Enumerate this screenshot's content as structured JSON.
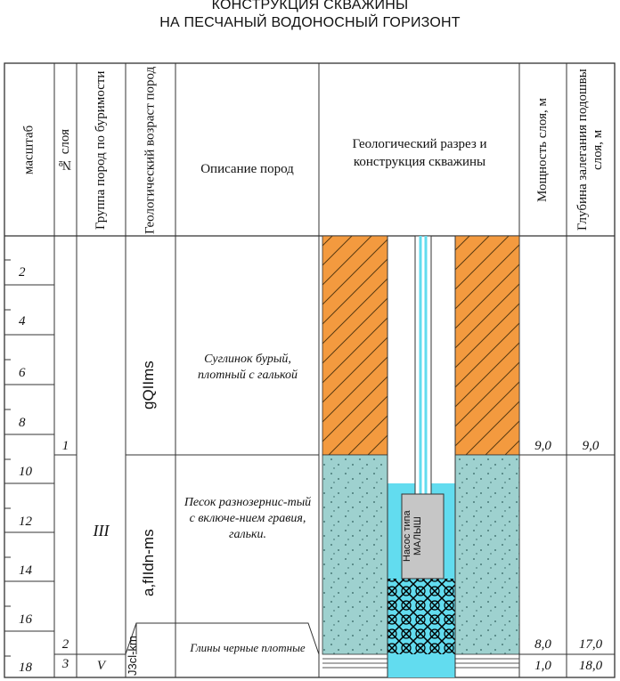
{
  "title": {
    "line1": "КОНСТРУКЦИЯ СКВАЖИНЫ",
    "line2": "НА ПЕСЧАНЫЙ ВОДОНОСНЫЙ ГОРИЗОНТ"
  },
  "headers": {
    "scale": "масштаб",
    "layer_no": "№ слоя",
    "rock_group": "Группа пород по буримости",
    "geo_age": "Геологический возраст пород",
    "description": "Описание пород",
    "section": "Геологический разрез и конструкция скважины",
    "thickness": "Мощность слоя, м",
    "depth": "Глубина залегания подошвы слоя, м"
  },
  "scale_labels": [
    "2",
    "4",
    "6",
    "8",
    "10",
    "12",
    "14",
    "16",
    "18"
  ],
  "layers": [
    {
      "no": "1",
      "age": "gQIIms",
      "description": "Суглинок бурый, плотный с галькой",
      "thickness": "9,0",
      "depth": "9,0"
    },
    {
      "no": "2",
      "age": "a,fIIdn-ms",
      "description": "Песок разнозернис-тый с включе-нием гравия, гальки.",
      "thickness": "8,0",
      "depth": "17,0"
    },
    {
      "no": "3",
      "age": "J3cl-km",
      "description": "Глины черные плотные",
      "thickness": "1,0",
      "depth": "18,0"
    }
  ],
  "rock_groups": [
    "III",
    "V"
  ],
  "pump_label": "Насос типа МАЛЫШ",
  "colors": {
    "loam": "#f39a3f",
    "sand": "#9ed1cf",
    "water": "#62dcef",
    "clay": "#ffffff",
    "grid": "#333333"
  }
}
